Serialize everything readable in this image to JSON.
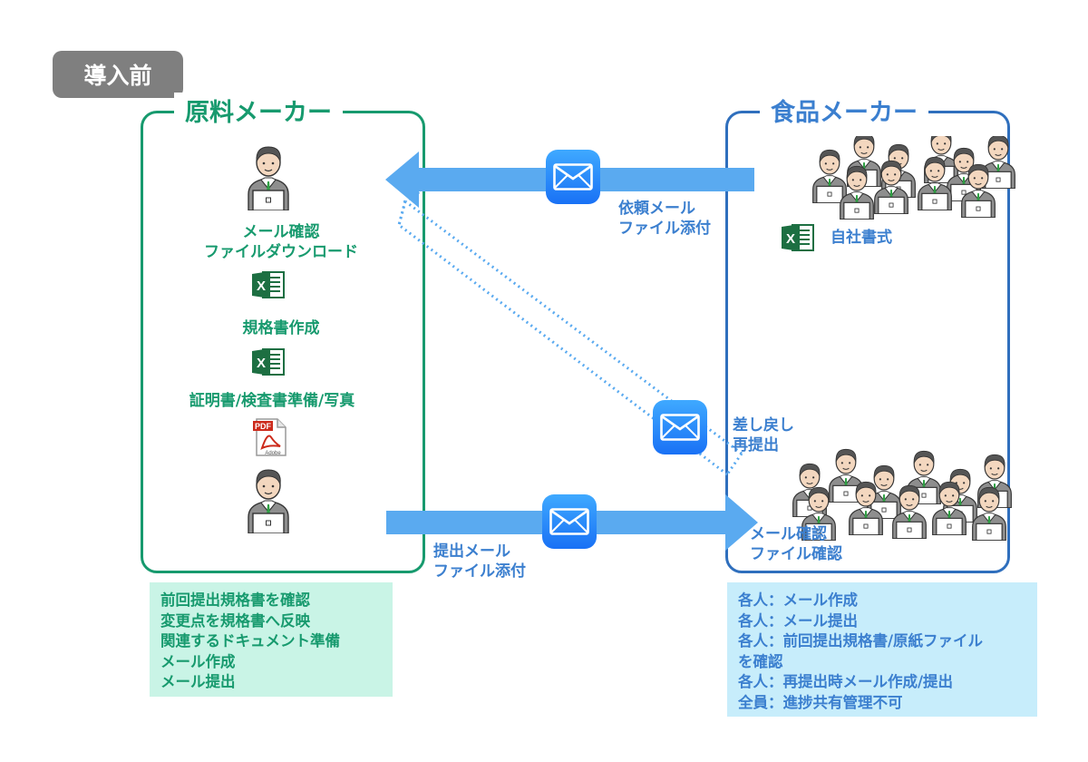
{
  "badge": {
    "label": "導入前"
  },
  "left_panel": {
    "title": "原料メーカー",
    "steps": [
      "メール確認",
      "ファイルダウンロード",
      "規格書作成",
      "証明書/検査書準備/写真"
    ],
    "notes": [
      "前回提出規格書を確認",
      "変更点を規格書へ反映",
      "関連するドキュメント準備",
      "メール作成",
      "メール提出"
    ]
  },
  "right_panel": {
    "title": "食品メーカー",
    "own_format": "自社書式",
    "check_lines": [
      "メール確認",
      "ファイル確認"
    ],
    "notes": [
      "各人：メール作成",
      "各人：メール提出",
      "各人：前回提出規格書/原紙ファイル",
      "を確認",
      "各人：再提出時メール作成/提出",
      "全員：進捗共有管理不可"
    ]
  },
  "flows": {
    "request": [
      "依頼メール",
      "ファイル添付"
    ],
    "submit": [
      "提出メール",
      "ファイル添付"
    ],
    "resubmit": [
      "差し戻し",
      "再提出"
    ]
  },
  "icons": {
    "mail": "mail-icon",
    "excel": "excel-icon",
    "pdf": "pdf-icon",
    "person": "person-with-laptop-icon"
  },
  "colors": {
    "green": "#179a6e",
    "blue": "#3b7fcf",
    "arrow": "#5aaaf0",
    "badge": "#7f7f7f"
  },
  "pdf_icon": {
    "top": "PDF",
    "bottom": "Adobe"
  }
}
